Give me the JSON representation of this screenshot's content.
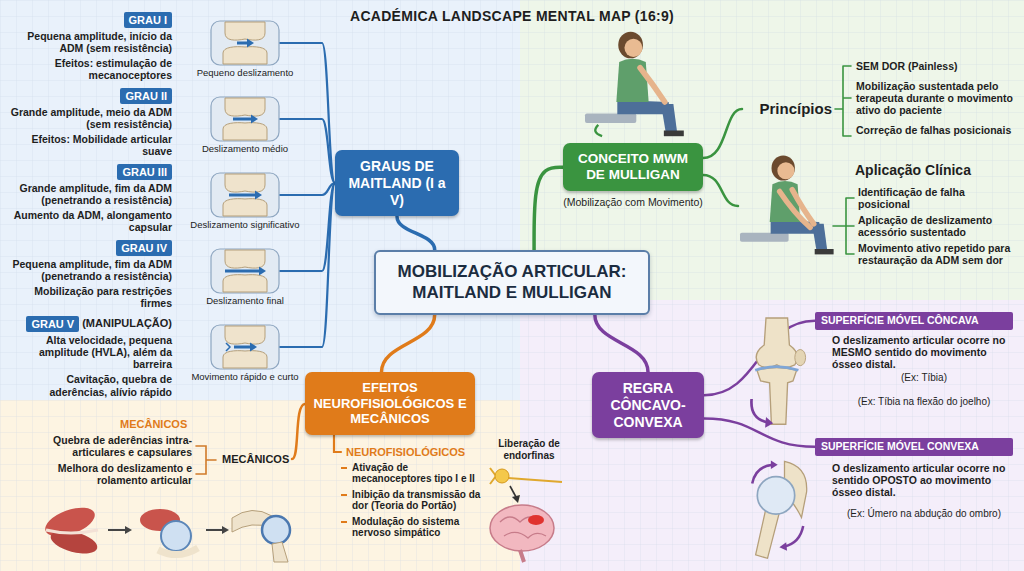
{
  "diagram": {
    "title": "ACADÉMICA LANDSCAPE MENTAL MAP (16:9)",
    "nodes": [
      {
        "text": [
          "MOBILIZAÇÃO ARTICULAR: MAITLAND E MULLIGAN"
        ]
      },
      {
        "text": [
          "GRAUS DE MAITLAND (I a V)"
        ]
      },
      {
        "text": [
          "CONCEITO MWM DE MULLIGAN",
          "(Mobilização com Movimento)"
        ]
      },
      {
        "text": [
          "EFEITOS NEUROFISIOLÓGICOS E MECÂNICOS"
        ]
      },
      {
        "text": [
          "REGRA CÔNCAVO-CONVEXA"
        ]
      },
      {
        "text": [
          "GRAU I"
        ]
      },
      {
        "text": [
          "Pequeno deslizamento"
        ]
      },
      {
        "text": [
          "GRAU II"
        ]
      },
      {
        "text": [
          "Deslizamento médio"
        ]
      },
      {
        "text": [
          "GRAU III"
        ]
      },
      {
        "text": [
          "Deslizamento significativo"
        ]
      },
      {
        "text": [
          "GRAU IV"
        ]
      },
      {
        "text": [
          "Deslizamento final"
        ]
      },
      {
        "text": [
          "GRAU V"
        ]
      },
      {
        "text": [
          "Movimento rápido e curto"
        ]
      },
      {
        "text": [
          "SUPERFÍCIE MÓVEL CÔNCAVA"
        ]
      },
      {
        "text": [
          "SUPERFÍCIE MÓVEL CONVEXA"
        ]
      }
    ],
    "edges": [
      {
        "from": 0,
        "to": 1,
        "arrow": "none"
      },
      {
        "from": 0,
        "to": 2,
        "arrow": "none"
      },
      {
        "from": 0,
        "to": 3,
        "arrow": "none"
      },
      {
        "from": 0,
        "to": 4,
        "arrow": "none"
      },
      {
        "from": 1,
        "to": 6,
        "arrow": "none"
      },
      {
        "from": 1,
        "to": 8,
        "arrow": "none"
      },
      {
        "from": 1,
        "to": 10,
        "arrow": "none"
      },
      {
        "from": 1,
        "to": 12,
        "arrow": "none"
      },
      {
        "from": 1,
        "to": 14,
        "arrow": "none"
      },
      {
        "from": 4,
        "to": 15,
        "arrow": "none"
      },
      {
        "from": 4,
        "to": 16,
        "arrow": "none"
      }
    ],
    "labels": [
      "Pequena amplitude, início da ADM (sem resistência)",
      "Efeitos: estimulação de mecanoceptores",
      "Grande amplitude, meio da ADM (sem resistência)",
      "Efeitos: Mobilidade articular suave",
      "Grande amplitude, fim da ADM (penetrando a resistência)",
      "Aumento da ADM, alongamento capsular",
      "Pequena amplitude, fim da ADM (penetrando a resistência)",
      "Mobilização para restrições firmes",
      "(MANIPULAÇÃO)",
      "Alta velocidade, pequena amplitude (HVLA), além da barreira",
      "Cavitação, quebra de aderências, alívio rápido",
      "Princípios",
      "SEM DOR (Painless)",
      "Mobilização sustentada pelo terapeuta durante o movimento ativo do paciente",
      "Correção de falhas posicionais",
      "Aplicação Clínica",
      "Identificação de falha posicional",
      "Aplicação de deslizamento acessório sustentado",
      "Movimento ativo repetido para restauração da ADM sem dor",
      "O deslizamento articular ocorre no MESMO sentido do movimento ósseo distal.",
      "(Ex: Tíbia)",
      "(Ex: Tíbia na flexão do joelho)",
      "O deslizamento articular ocorre no sentido OPOSTO ao movimento ósseo distal.",
      "(Ex: Úmero na abdução do ombro)",
      "MECÂNICOS",
      "Quebra de aderências intra-articulares e capsulares",
      "Melhora do deslizamento e rolamento articular",
      "MECÂNICOS",
      "NEUROFISIOLÓGICOS",
      "Ativação de mecanoceptores tipo I e II",
      "Inibição da transmissão da dor (Teoria do Portão)",
      "Modulação do sistema nervoso simpático",
      "Liberação de endorfinas"
    ]
  }
}
